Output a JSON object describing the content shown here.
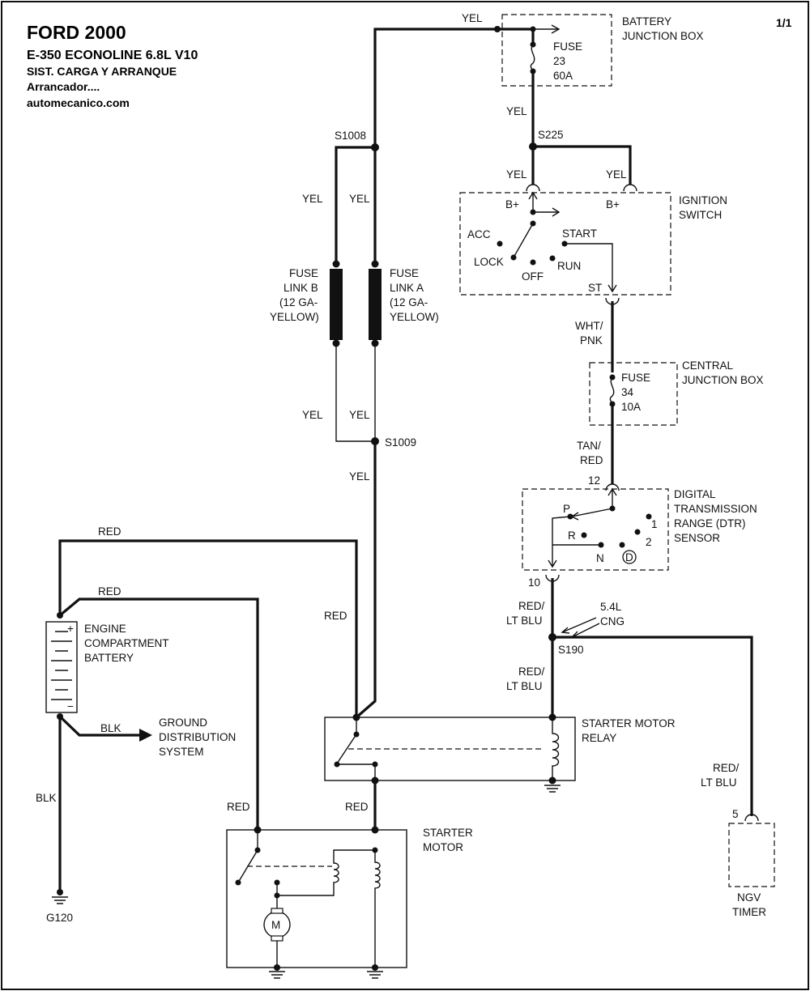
{
  "header": {
    "title": "FORD 2000",
    "model": "E-350 ECONOLINE  6.8L  V10",
    "system": "SIST. CARGA Y ARRANQUE",
    "subsystem": "Arrancador....",
    "site": "automecanico.com",
    "page": "1/1"
  },
  "wires": {
    "yel": "YEL",
    "red": "RED",
    "blk": "BLK",
    "wht_pnk_1": "WHT/",
    "wht_pnk_2": "PNK",
    "tan_red_1": "TAN/",
    "tan_red_2": "RED",
    "red_ltblu_1": "RED/",
    "red_ltblu_2": "LT BLU"
  },
  "splices": {
    "s1008": "S1008",
    "s1009": "S1009",
    "s225": "S225",
    "s190": "S190"
  },
  "battery_jb": {
    "name_1": "BATTERY",
    "name_2": "JUNCTION BOX",
    "fuse_1": "FUSE",
    "fuse_2": "23",
    "fuse_3": "60A"
  },
  "ignition": {
    "name_1": "IGNITION",
    "name_2": "SWITCH",
    "bplus": "B+",
    "acc": "ACC",
    "lock": "LOCK",
    "off": "OFF",
    "run": "RUN",
    "start": "START",
    "st": "ST"
  },
  "fuse_links": {
    "b_1": "FUSE",
    "b_2": "LINK B",
    "b_3": "(12 GA-",
    "b_4": "YELLOW)",
    "a_1": "FUSE",
    "a_2": "LINK A",
    "a_3": "(12 GA-",
    "a_4": "YELLOW)"
  },
  "central_jb": {
    "name_1": "CENTRAL",
    "name_2": "JUNCTION BOX",
    "fuse_1": "FUSE",
    "fuse_2": "34",
    "fuse_3": "10A"
  },
  "dtr": {
    "name_1": "DIGITAL",
    "name_2": "TRANSMISSION",
    "name_3": "RANGE (DTR)",
    "name_4": "SENSOR",
    "pin_in": "12",
    "pin_out": "10",
    "p": "P",
    "r": "R",
    "n": "N",
    "d": "D",
    "one": "1",
    "two": "2"
  },
  "cng": {
    "l1": "5.4L",
    "l2": "CNG"
  },
  "battery": {
    "name_1": "ENGINE",
    "name_2": "COMPARTMENT",
    "name_3": "BATTERY",
    "plus": "+",
    "minus": "−"
  },
  "ground_dist": {
    "l1": "GROUND",
    "l2": "DISTRIBUTION",
    "l3": "SYSTEM"
  },
  "relay": {
    "name_1": "STARTER MOTOR",
    "name_2": "RELAY"
  },
  "starter": {
    "name_1": "STARTER",
    "name_2": "MOTOR",
    "m": "M"
  },
  "ground": {
    "g120": "G120"
  },
  "ngv": {
    "pin": "5",
    "name_1": "NGV",
    "name_2": "TIMER"
  }
}
